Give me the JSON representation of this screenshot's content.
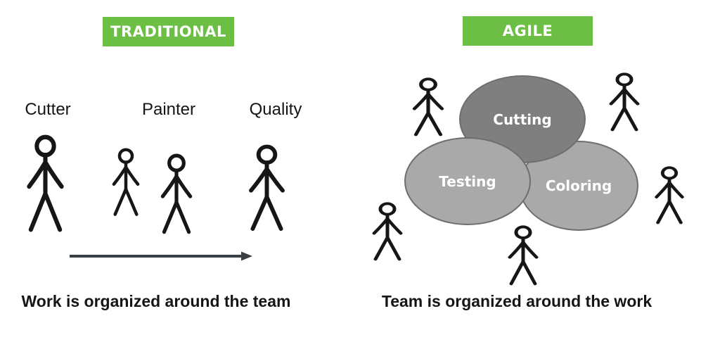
{
  "colors": {
    "background": "#ffffff",
    "header_green": "#6cbe45",
    "header_text": "#ffffff",
    "ellipse_dark": "#7f7f7f",
    "ellipse_light": "#a9a9a9",
    "ellipse_border": "#6e6e6e",
    "ellipse_text": "#ffffff",
    "figure_stroke": "#161616",
    "arrow": "#383e42",
    "text": "#151515"
  },
  "left_panel": {
    "header": "TRADITIONAL",
    "roles": [
      {
        "label": "Cutter"
      },
      {
        "label": "Painter"
      },
      {
        "label": "Quality"
      }
    ],
    "caption": "Work is organized around the team"
  },
  "right_panel": {
    "header": "AGILE",
    "ellipses": [
      {
        "label": "Cutting",
        "tone": "dark"
      },
      {
        "label": "Testing",
        "tone": "light"
      },
      {
        "label": "Coloring",
        "tone": "light"
      }
    ],
    "caption": "Team is organized around the work"
  }
}
